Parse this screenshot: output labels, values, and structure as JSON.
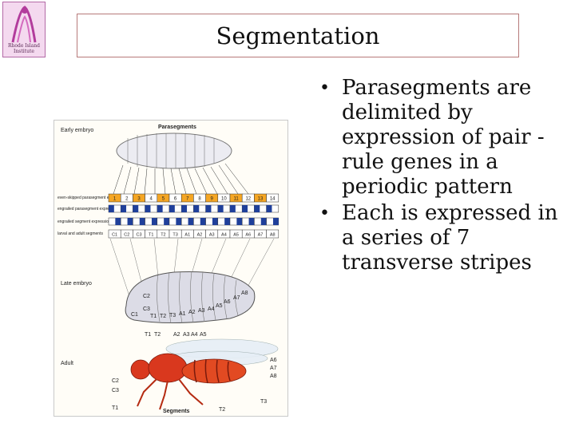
{
  "logo": {
    "label": "Rhode Island Institute",
    "color": "#f4d9ef"
  },
  "slide": {
    "title": "Segmentation"
  },
  "bullets": [
    {
      "text": "Parasegments are delimited by expression of pair -rule genes in a periodic pattern"
    },
    {
      "text": "Each is expressed in a series of 7 transverse stripes"
    }
  ],
  "figure": {
    "early_embryo_label": "Early embryo",
    "parasegments_label": "Parasegments",
    "row_labels": [
      "even-skipped parasegment expression",
      "engrailed parasegment expression",
      "engrailed segment expression",
      "larval and adult segments"
    ],
    "parasegment_numbers": [
      "1",
      "2",
      "3",
      "4",
      "5",
      "6",
      "7",
      "8",
      "9",
      "10",
      "11",
      "12",
      "13",
      "14"
    ],
    "segment_names": [
      "C1",
      "C2",
      "C3",
      "T1",
      "T2",
      "T3",
      "A1",
      "A2",
      "A3",
      "A4",
      "A5",
      "A6",
      "A7",
      "A8"
    ],
    "late_embryo_label": "Late embryo",
    "late_embryo_labels": [
      "C2",
      "C3",
      "C1",
      "T1",
      "T2",
      "T3",
      "A1",
      "A2",
      "A3",
      "A4",
      "A5",
      "A6",
      "A7",
      "A8"
    ],
    "adult_label": "Adult",
    "adult_top_labels": [
      "T1",
      "T2",
      "A2",
      "A3",
      "A4",
      "A5"
    ],
    "adult_right_labels": [
      "A6",
      "A7",
      "A8",
      "T3"
    ],
    "adult_left_labels": [
      "C2",
      "C3",
      "T1"
    ],
    "adult_bottom_labels": [
      "T2"
    ],
    "segments_label": "Segments",
    "colors": {
      "stripe_orange": "#f5a623",
      "stripe_blue": "#1f3f9a",
      "fly": "#d9381e"
    }
  }
}
